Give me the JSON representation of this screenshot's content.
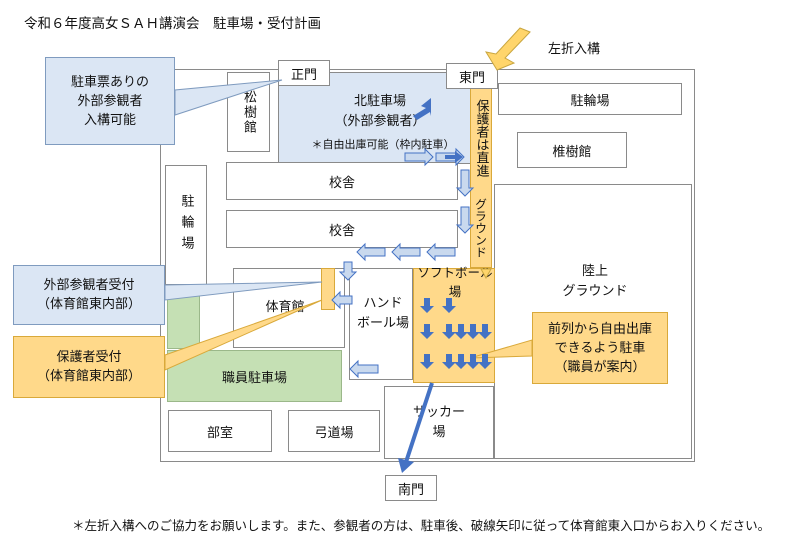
{
  "title": "令和６年度高女ＳＡＨ講演会　駐車場・受付計画",
  "gates": {
    "main": "正門",
    "east": "東門",
    "south": "南門"
  },
  "left_turn_entry": "左折入構",
  "callouts": {
    "ticket": [
      "駐車票ありの",
      "外部参観者",
      "入構可能"
    ],
    "external_reception": [
      "外部参観者受付",
      "（体育館東内部）"
    ],
    "guardian_reception": [
      "保護者受付",
      "（体育館東内部）"
    ],
    "free_exit": [
      "前列から自由出庫",
      "できるよう駐車",
      "（職員が案内）"
    ]
  },
  "buildings": {
    "shoju": "松樹館",
    "north_parking": "北駐車場",
    "north_parking_sub": "（外部参観者）",
    "north_parking_note": "＊自由出庫可能（枠内駐車）",
    "bike_parking_east": "駐輪場",
    "shiiju": "椎樹館",
    "school_building_1": "校舎",
    "school_building_2": "校舎",
    "bike_parking_west": "駐輪場",
    "guardian_route": "保護者は直進",
    "ground_label": "グラウンド",
    "track_field": "陸上\nグラウンド",
    "softball": "ソフトボール場",
    "handball": "ハンド\nボール場",
    "gym": "体育館",
    "staff_parking": "職員駐車場",
    "clubroom": "部室",
    "archery": "弓道場",
    "soccer": "サッカー\n場"
  },
  "footer_note": "＊左折入構へのご協力をお願いします。また、参観者の方は、駐車後、破線矢印に従って体育館東入口からお入りください。",
  "colors": {
    "callout_blue": "#dbe6f4",
    "callout_yellow": "#ffd98a",
    "green": "#c5e0b4",
    "arrow_blue": "#4472c4",
    "arrow_yellow": "#ffd56b"
  }
}
